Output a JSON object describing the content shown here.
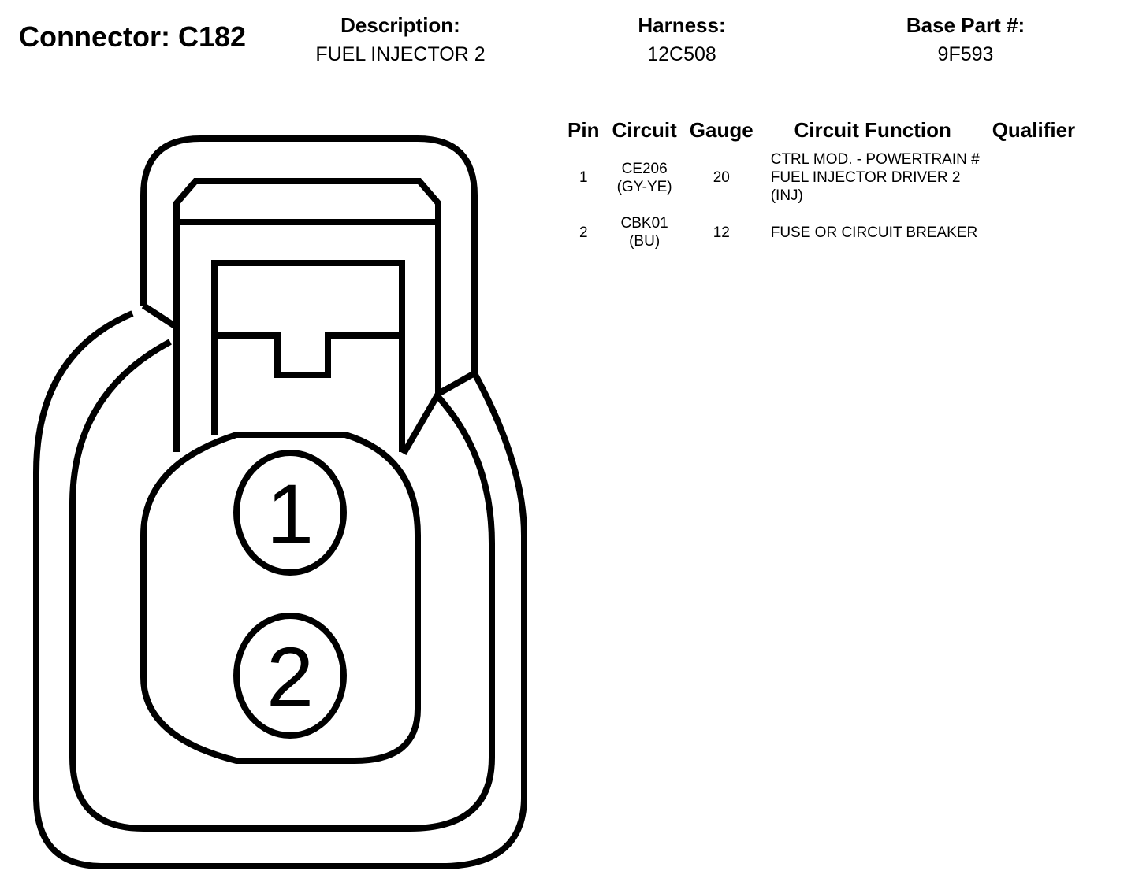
{
  "connector": {
    "title": "Connector: C182"
  },
  "description": {
    "label": "Description:",
    "value": "FUEL INJECTOR 2"
  },
  "harness": {
    "label": "Harness:",
    "value": "12C508"
  },
  "base_part": {
    "label": "Base Part #:",
    "value": "9F593"
  },
  "table": {
    "headers": {
      "pin": "Pin",
      "circuit": "Circuit",
      "gauge": "Gauge",
      "function": "Circuit Function",
      "qualifier": "Qualifier"
    },
    "rows": [
      {
        "pin": "1",
        "circuit_line1": "CE206",
        "circuit_line2": "(GY-YE)",
        "gauge": "20",
        "function_line1": "CTRL MOD. - POWERTRAIN #",
        "function_line2": "FUEL INJECTOR DRIVER 2",
        "function_line3": "(INJ)",
        "qualifier": ""
      },
      {
        "pin": "2",
        "circuit_line1": "CBK01",
        "circuit_line2": "(BU)",
        "gauge": "12",
        "function_line1": "FUSE OR CIRCUIT BREAKER",
        "function_line2": "",
        "function_line3": "",
        "qualifier": ""
      }
    ]
  },
  "diagram": {
    "pin_labels": [
      "1",
      "2"
    ]
  }
}
